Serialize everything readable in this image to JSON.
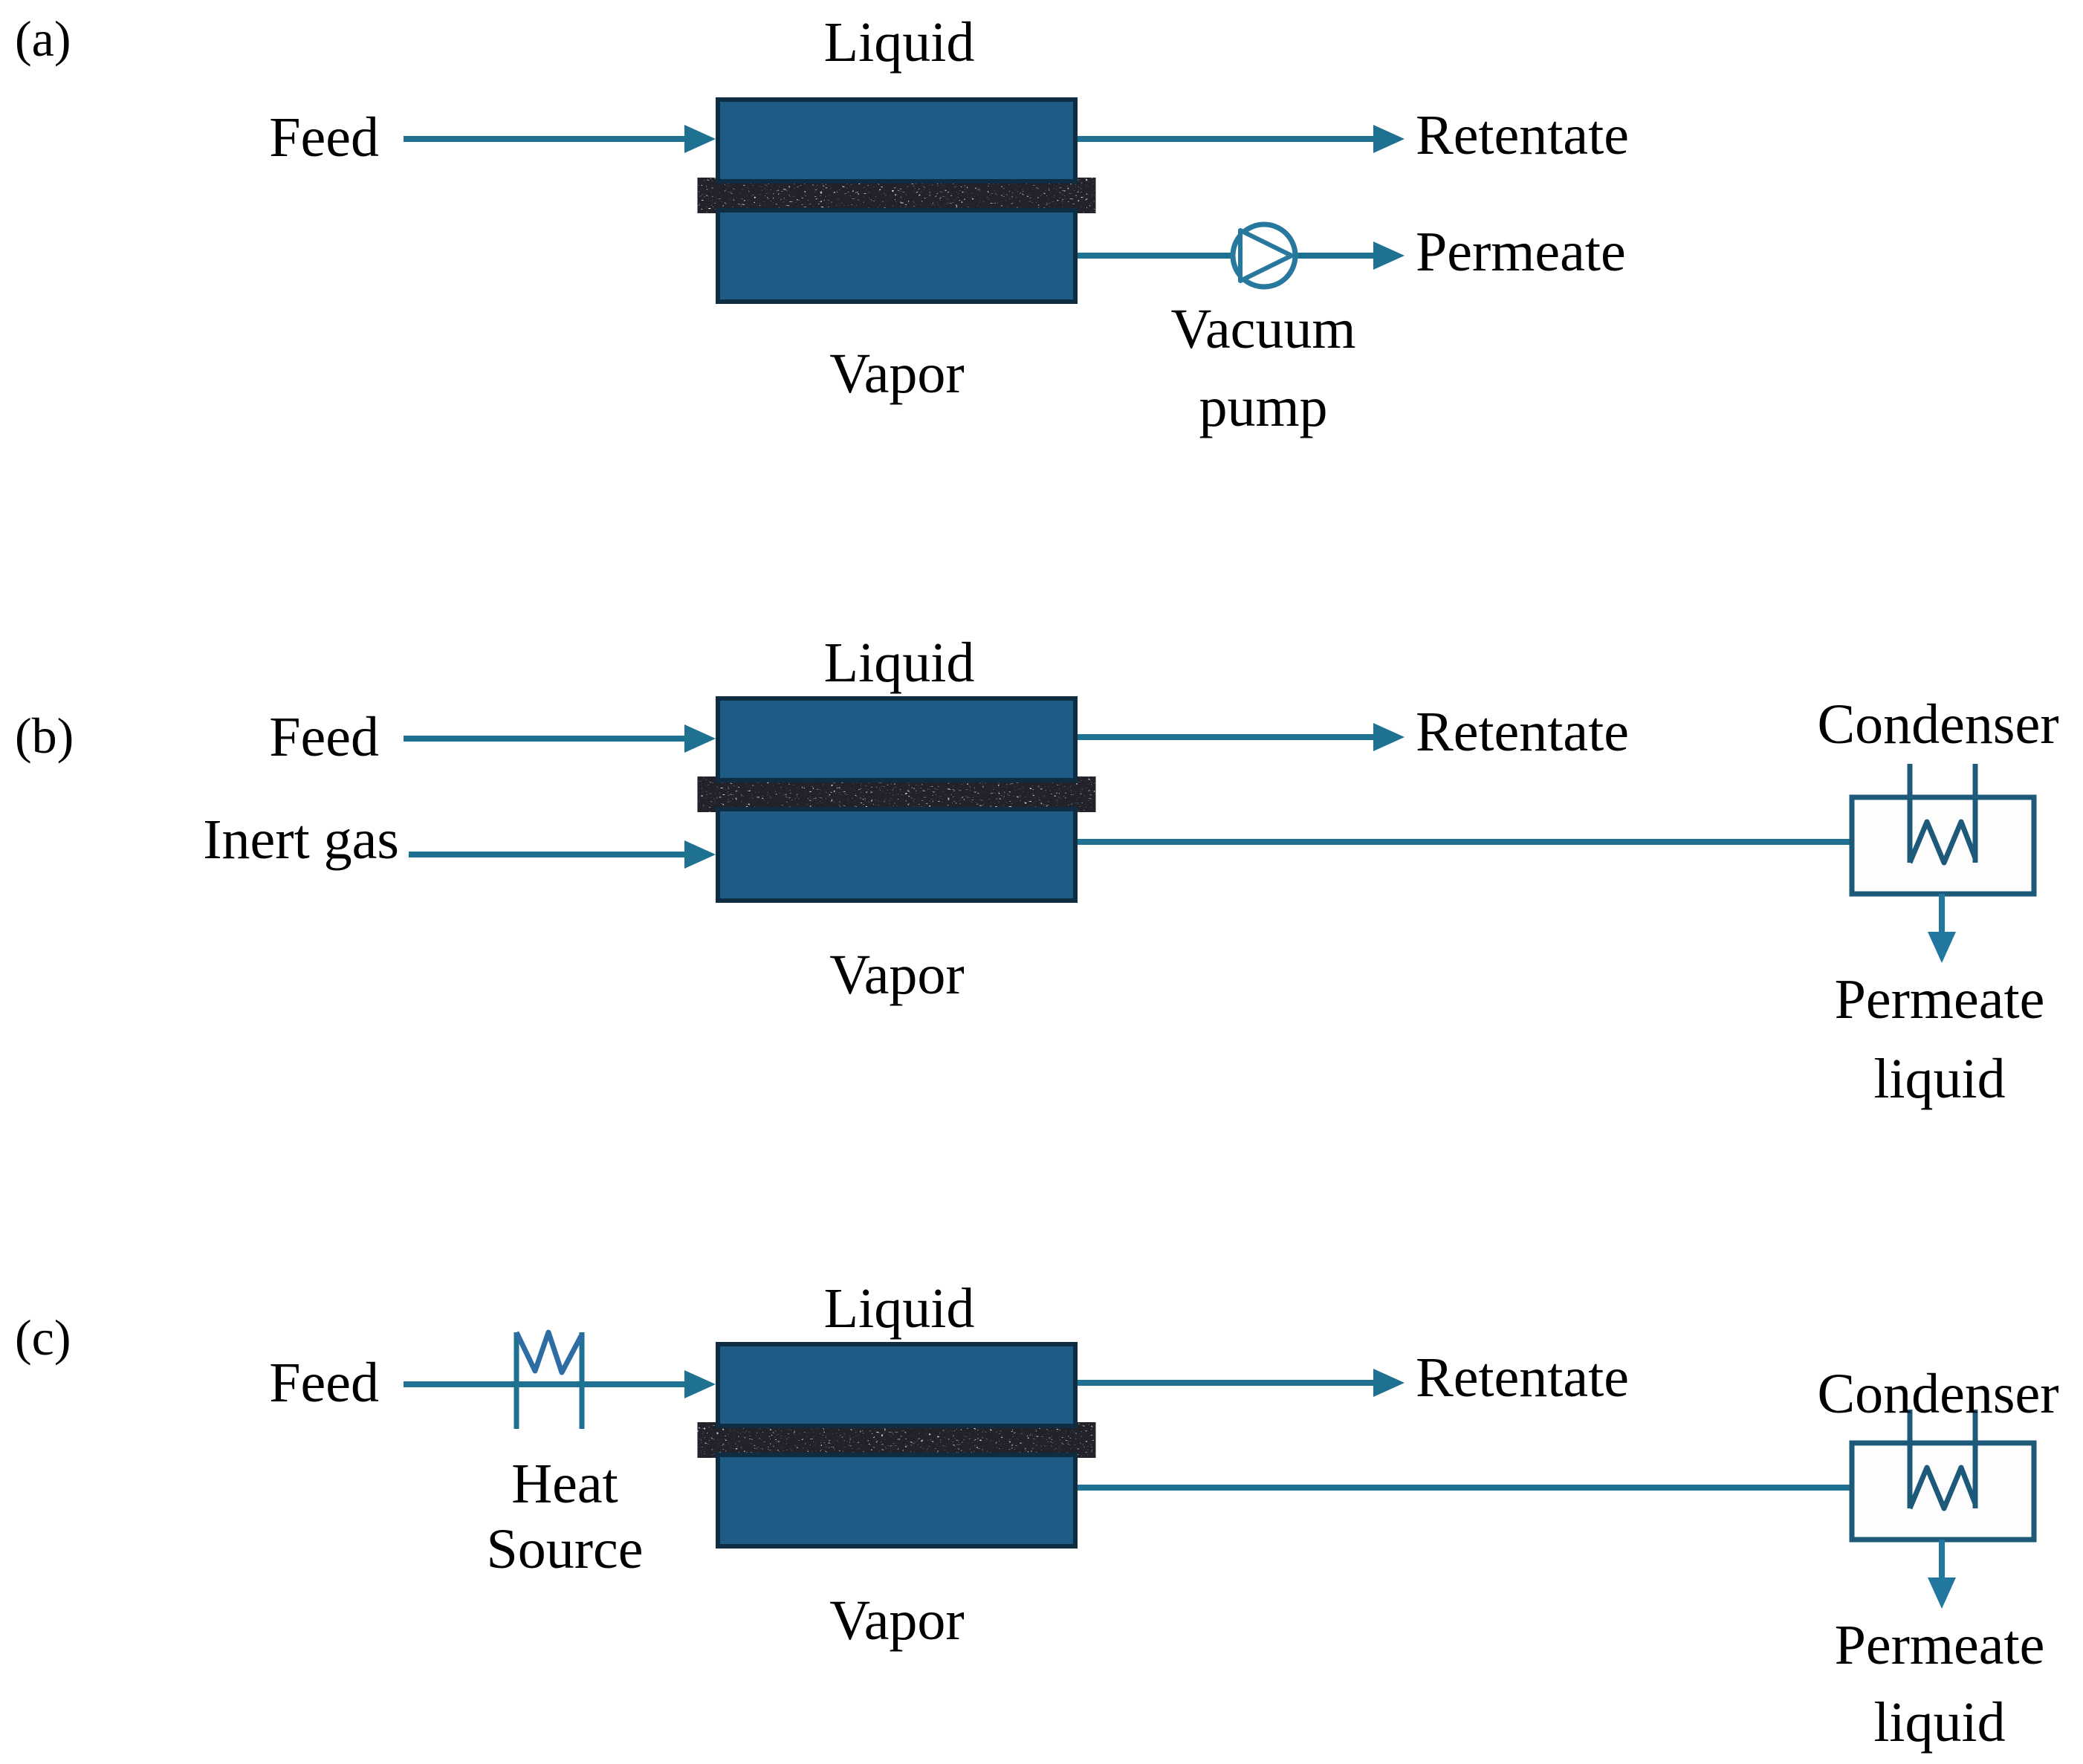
{
  "figure": {
    "colors": {
      "module_fill": "#1e5c86",
      "module_border": "#0e2c42",
      "stream_line": "#1f7191",
      "symbol_outline": "#26789c",
      "heater_zigzag": "#2e6da4",
      "membrane_base": "#e9e7e2",
      "membrane_speck": "#23232b",
      "text": "#000000",
      "background": "#ffffff"
    },
    "panel_a": {
      "tag": "(a)",
      "liquid": "Liquid",
      "vapor": "Vapor",
      "feed": "Feed",
      "retentate": "Retentate",
      "permeate": "Permeate",
      "pump_label_1": "Vacuum",
      "pump_label_2": "pump"
    },
    "panel_b": {
      "tag": "(b)",
      "liquid": "Liquid",
      "vapor": "Vapor",
      "feed": "Feed",
      "inert_gas": "Inert gas",
      "retentate": "Retentate",
      "condenser": "Condenser",
      "permeate_1": "Permeate",
      "permeate_2": "liquid"
    },
    "panel_c": {
      "tag": "(c)",
      "liquid": "Liquid",
      "vapor": "Vapor",
      "feed": "Feed",
      "heat_1": "Heat",
      "heat_2": "Source",
      "retentate": "Retentate",
      "condenser": "Condenser",
      "permeate_1": "Permeate",
      "permeate_2": "liquid"
    }
  }
}
